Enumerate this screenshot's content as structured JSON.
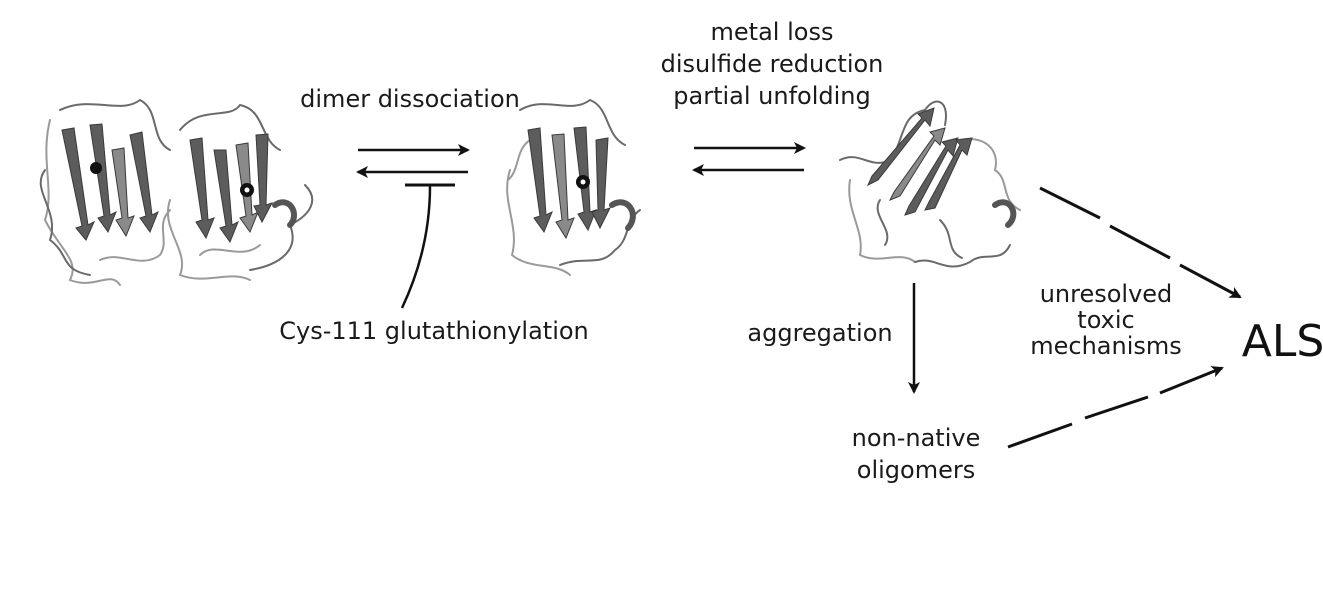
{
  "labels": {
    "dimer_dissociation": "dimer dissociation",
    "step2_line1": "metal loss",
    "step2_line2": "disulfide reduction",
    "step2_line3": "partial unfolding",
    "glutathionylation": "Cys-111 glutathionylation",
    "aggregation": "aggregation",
    "oligomers_line1": "non-native",
    "oligomers_line2": "oligomers",
    "unresolved_line1": "unresolved",
    "unresolved_line2": "toxic",
    "unresolved_line3": "mechanisms",
    "disease": "ALS"
  },
  "icons": {
    "dimer": "protein-dimer-ribbon-icon",
    "monomer": "protein-monomer-ribbon-icon",
    "unfolded": "unfolded-monomer-ribbon-icon"
  },
  "colors": {
    "ink": "#111111",
    "ribbon_dark": "#5c5c5c",
    "ribbon_light": "#8a8a8a"
  }
}
